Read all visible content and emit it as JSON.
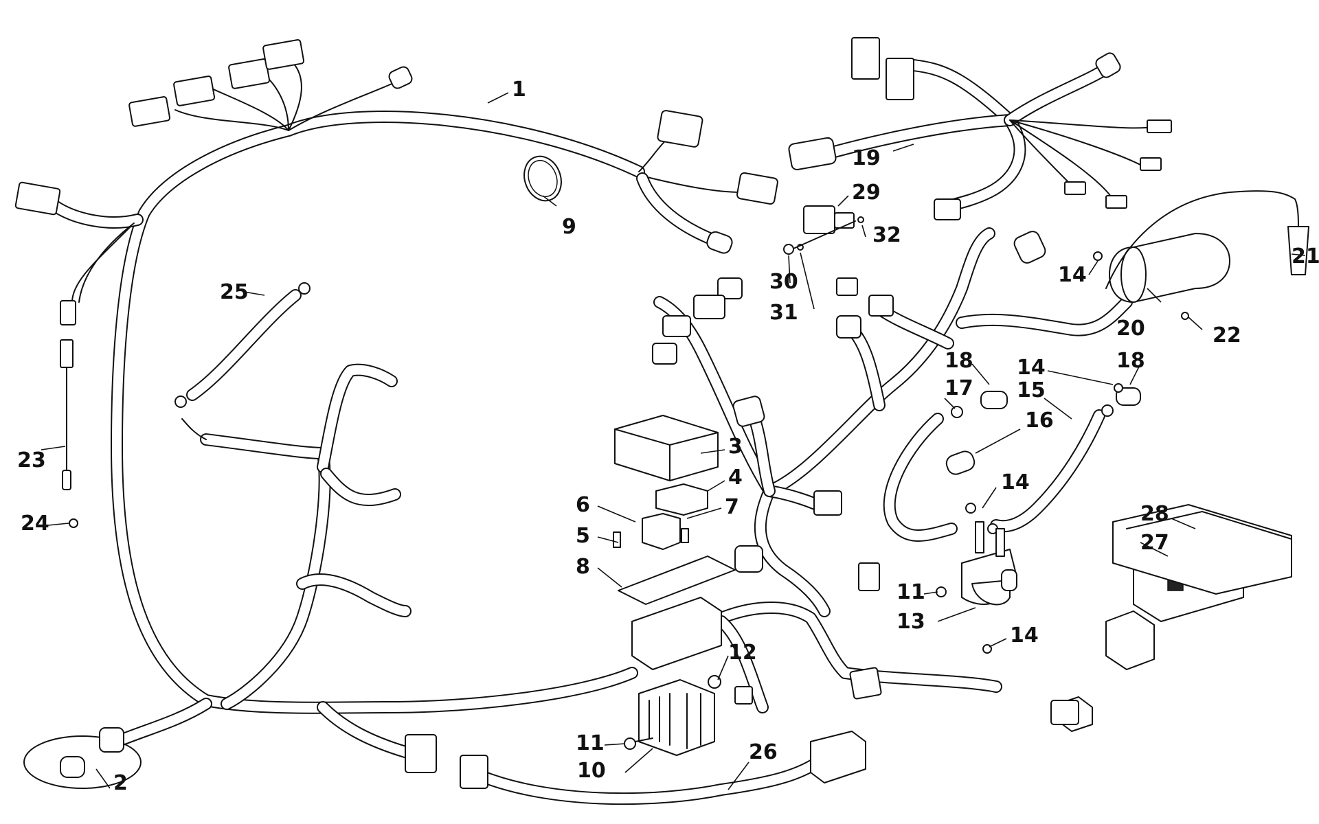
{
  "callouts": [
    {
      "id": "c1",
      "label": "1"
    },
    {
      "id": "c2",
      "label": "2"
    },
    {
      "id": "c3",
      "label": "3"
    },
    {
      "id": "c4",
      "label": "4"
    },
    {
      "id": "c5",
      "label": "5"
    },
    {
      "id": "c6",
      "label": "6"
    },
    {
      "id": "c7",
      "label": "7"
    },
    {
      "id": "c8",
      "label": "8"
    },
    {
      "id": "c9",
      "label": "9"
    },
    {
      "id": "c10",
      "label": "10"
    },
    {
      "id": "c11a",
      "label": "11"
    },
    {
      "id": "c11b",
      "label": "11"
    },
    {
      "id": "c12",
      "label": "12"
    },
    {
      "id": "c13",
      "label": "13"
    },
    {
      "id": "c14a",
      "label": "14"
    },
    {
      "id": "c14b",
      "label": "14"
    },
    {
      "id": "c14c",
      "label": "14"
    },
    {
      "id": "c14d",
      "label": "14"
    },
    {
      "id": "c15",
      "label": "15"
    },
    {
      "id": "c16",
      "label": "16"
    },
    {
      "id": "c17",
      "label": "17"
    },
    {
      "id": "c18a",
      "label": "18"
    },
    {
      "id": "c18b",
      "label": "18"
    },
    {
      "id": "c19",
      "label": "19"
    },
    {
      "id": "c20",
      "label": "20"
    },
    {
      "id": "c21",
      "label": "21"
    },
    {
      "id": "c22",
      "label": "22"
    },
    {
      "id": "c23",
      "label": "23"
    },
    {
      "id": "c24",
      "label": "24"
    },
    {
      "id": "c25",
      "label": "25"
    },
    {
      "id": "c26",
      "label": "26"
    },
    {
      "id": "c27",
      "label": "27"
    },
    {
      "id": "c28",
      "label": "28"
    },
    {
      "id": "c29",
      "label": "29"
    },
    {
      "id": "c30",
      "label": "30"
    },
    {
      "id": "c31",
      "label": "31"
    },
    {
      "id": "c32",
      "label": "32"
    }
  ]
}
